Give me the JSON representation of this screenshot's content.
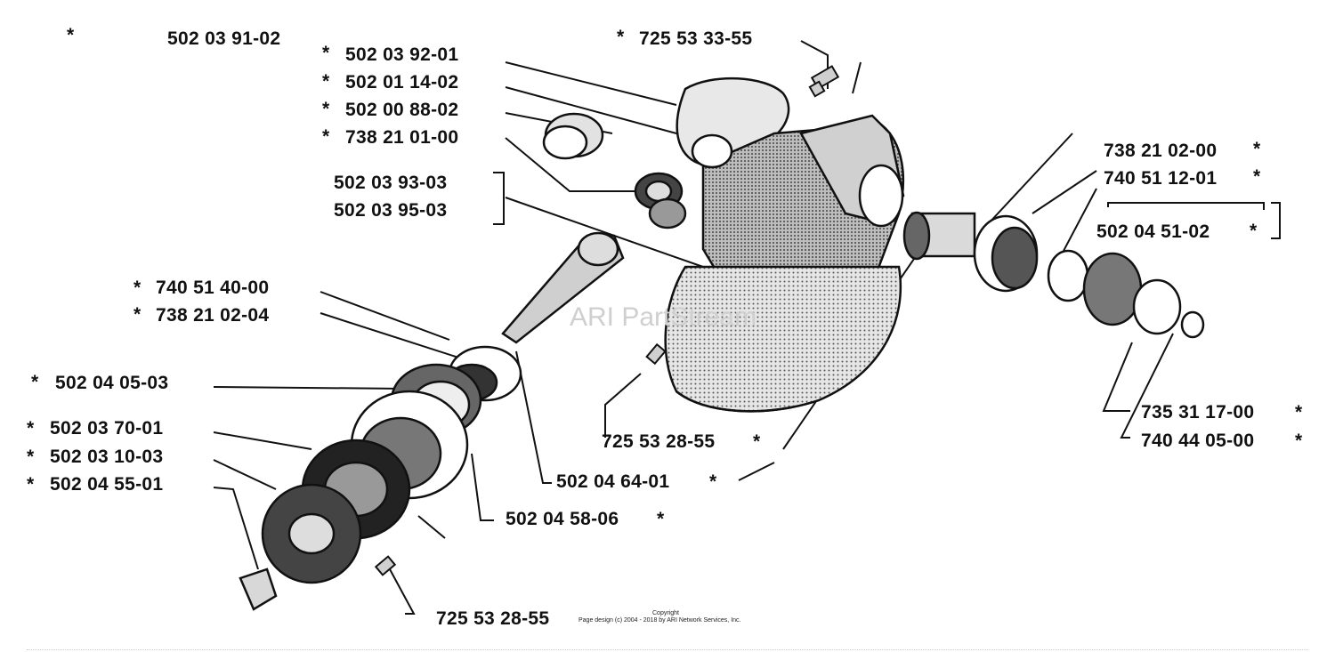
{
  "labels": {
    "p_502_03_91_02": "502 03 91-02",
    "p_502_03_92_01": "502 03 92-01",
    "p_502_01_14_02": "502 01 14-02",
    "p_502_00_88_02": "502 00 88-02",
    "p_738_21_01_00": "738 21 01-00",
    "p_502_03_93_03": "502 03 93-03",
    "p_502_03_95_03": "502 03 95-03",
    "p_725_53_33_55": "725 53 33-55",
    "p_738_21_02_00": "738 21 02-00",
    "p_740_51_12_01": "740 51 12-01",
    "p_502_04_51_02": "502 04 51-02",
    "p_740_51_40_00": "740 51 40-00",
    "p_738_21_02_04": "738 21 02-04",
    "p_502_04_05_03": "502 04 05-03",
    "p_502_03_70_01": "502 03 70-01",
    "p_502_03_10_03": "502 03 10-03",
    "p_502_04_55_01": "502 04 55-01",
    "p_725_53_28_55_a": "725 53 28-55",
    "p_502_04_64_01": "502 04 64-01",
    "p_502_04_58_06": "502 04 58-06",
    "p_735_31_17_00": "735 31 17-00",
    "p_740_44_05_00": "740 44 05-00",
    "p_725_53_28_55_b": "725 53 28-55"
  },
  "asterisk": "*",
  "watermark": "ARI PartStream",
  "copyright": {
    "line1": "Copyright",
    "line2": "Page design (c) 2004 - 2018 by ARI Network Services, Inc."
  }
}
